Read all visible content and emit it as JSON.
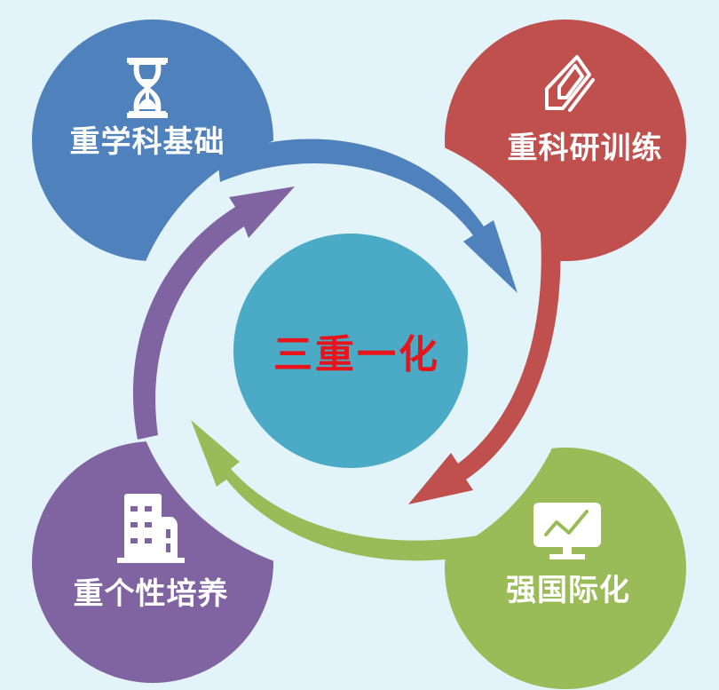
{
  "diagram": {
    "type": "cycle",
    "background_color": "#E3F3FA",
    "center": {
      "label": "三重一化",
      "fill_color": "#4BABC6",
      "text_color": "#E8141B"
    },
    "nodes": [
      {
        "id": "top-left",
        "label": "重学科基础",
        "icon": "hourglass-icon",
        "color": "#4F81BD"
      },
      {
        "id": "top-right",
        "label": "重科研训练",
        "icon": "pencil-icon",
        "color": "#C0504D"
      },
      {
        "id": "bottom-right",
        "label": "强国际化",
        "icon": "monitor-chart-icon",
        "color": "#9BBB59"
      },
      {
        "id": "bottom-left",
        "label": "重个性培养",
        "icon": "building-icon",
        "color": "#8064A2"
      }
    ],
    "arrows": [
      {
        "from": "top-left",
        "to": "top-right",
        "color": "#4F81BD",
        "direction": "clockwise"
      },
      {
        "from": "top-right",
        "to": "bottom-right",
        "color": "#C0504D",
        "direction": "clockwise"
      },
      {
        "from": "bottom-right",
        "to": "bottom-left",
        "color": "#9BBB59",
        "direction": "clockwise"
      },
      {
        "from": "bottom-left",
        "to": "top-left",
        "color": "#8064A2",
        "direction": "clockwise"
      }
    ]
  }
}
